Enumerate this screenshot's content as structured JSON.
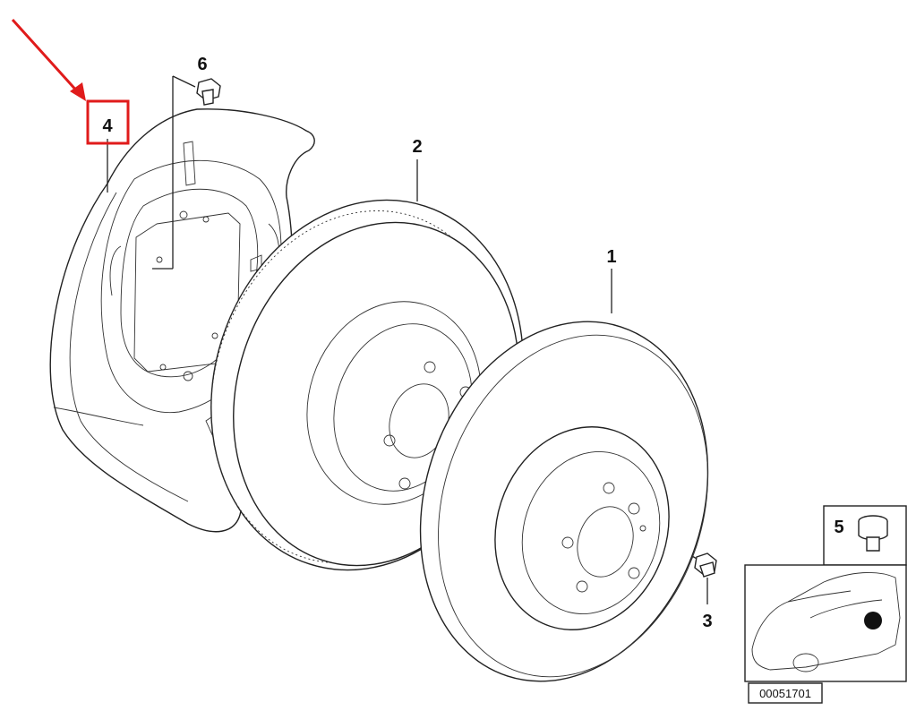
{
  "parts": [
    {
      "id": "1",
      "label": "1"
    },
    {
      "id": "2",
      "label": "2"
    },
    {
      "id": "3",
      "label": "3"
    },
    {
      "id": "4",
      "label": "4",
      "highlighted": true
    },
    {
      "id": "5",
      "label": "5"
    },
    {
      "id": "6",
      "label": "6"
    }
  ],
  "reference_code": "00051701",
  "highlight_color": "#e01b1b",
  "arrow_color": "#e01b1b"
}
